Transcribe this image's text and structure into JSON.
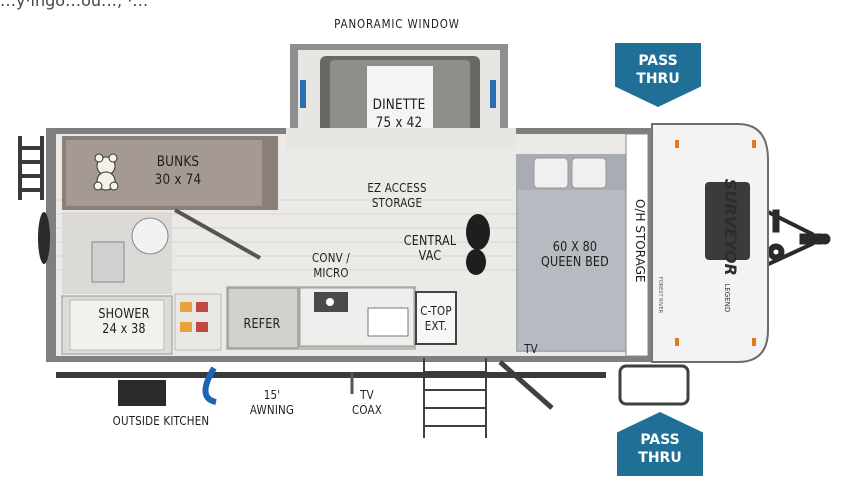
{
  "header": {
    "caption_fragment": "…y·ingo…ou…, ·…"
  },
  "labels": {
    "panoramic_window": "PANORAMIC WINDOW",
    "dinette": "DINETTE\n75 x 42",
    "bunks": "BUNKS\n30 x 74",
    "ez_access_storage": "EZ ACCESS\nSTORAGE",
    "central_vac": "CENTRAL\nVAC",
    "queen_bed": "60 X 80\nQUEEN BED",
    "oh_storage": "O/H STORAGE",
    "conv_micro": "CONV /\nMICRO",
    "shower": "SHOWER\n24 x 38",
    "refer": "REFER",
    "c_top_ext": "C-TOP\nEXT.",
    "tv": "TV",
    "awning": "15' AWNING",
    "tv_coax": "TV\nCOAX",
    "outside_kitchen": "OUTSIDE KITCHEN"
  },
  "pass_thru": {
    "top": "PASS\nTHRU",
    "bottom": "PASS\nTHRU",
    "color": "#1f6f96"
  },
  "brand": {
    "name": "SURVEYOR",
    "sub": "LEGEND",
    "series": "FOREST RIVER"
  },
  "colors": {
    "wall": "#808080",
    "floor": "#eceae6",
    "bunk": "#8b7f78",
    "bed": "#a9acb3",
    "accent": "#2c6fb0"
  }
}
